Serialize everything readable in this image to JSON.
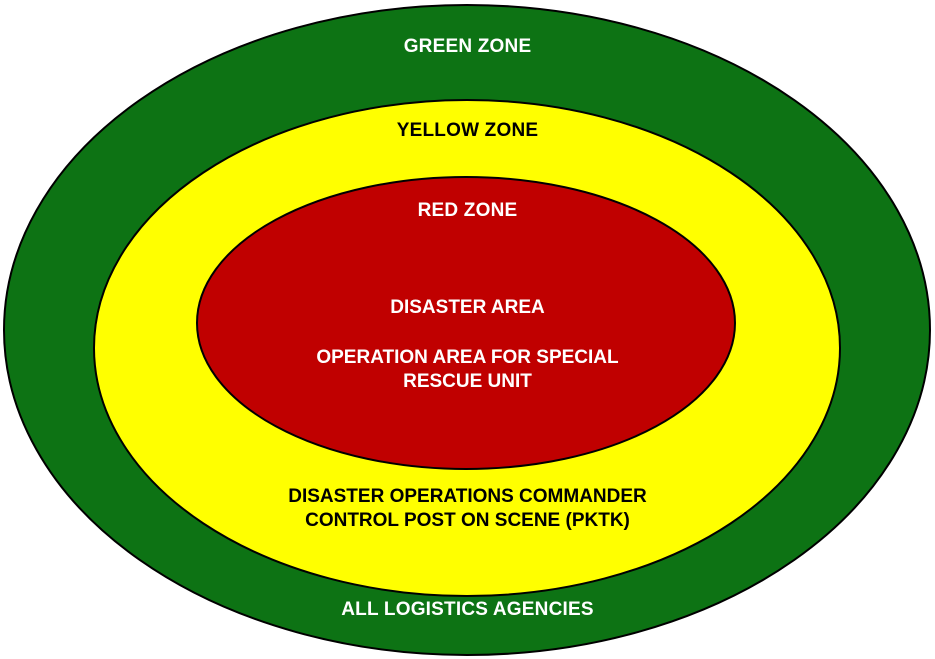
{
  "colors": {
    "green_zone": "#0d7314",
    "yellow_zone": "#ffff00",
    "red_zone": "#c00000",
    "outline": "#000000",
    "label_light": "#ffffff",
    "label_dark": "#000000"
  },
  "zones": {
    "green": {
      "title": "GREEN ZONE",
      "description": "ALL LOGISTICS AGENCIES"
    },
    "yellow": {
      "title": "YELLOW ZONE",
      "description_line1": "DISASTER OPERATIONS COMMANDER",
      "description_line2": "CONTROL POST ON SCENE (PKTK)"
    },
    "red": {
      "title": "RED ZONE",
      "description_line1": "DISASTER AREA",
      "description_line2": "OPERATION AREA FOR SPECIAL",
      "description_line3": "RESCUE UNIT"
    }
  }
}
